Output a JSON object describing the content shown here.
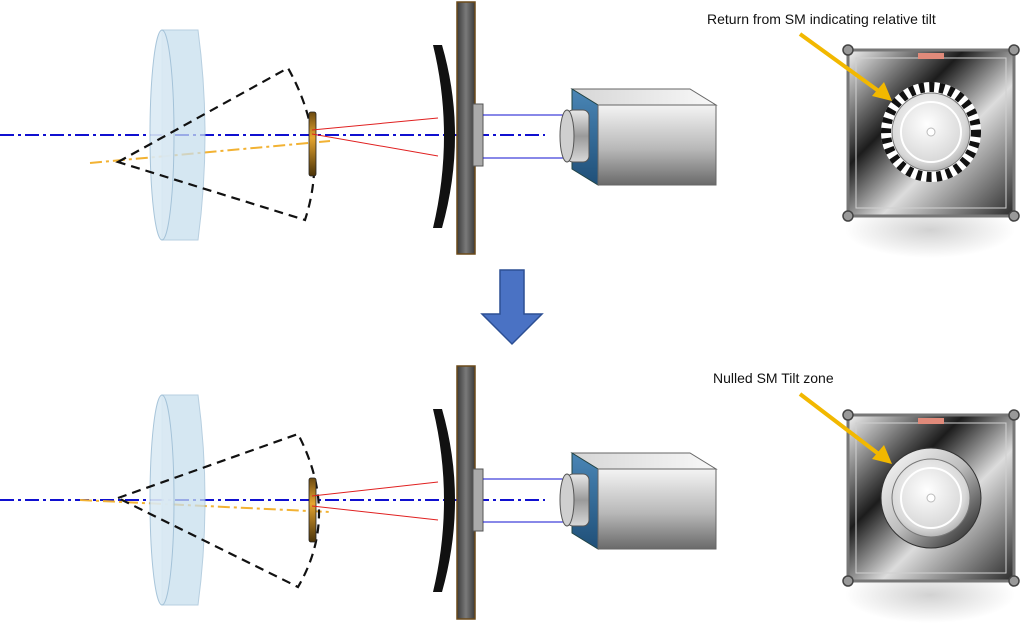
{
  "panels": {
    "top": {
      "callout_label": "Return from SM indicating relative tilt",
      "state": "tilted"
    },
    "bottom": {
      "callout_label": "Nulled SM Tilt zone",
      "state": "nulled"
    }
  },
  "transition": {
    "icon": "arrow-down-icon"
  },
  "colors": {
    "optical_axis": "#1010d0",
    "tilted_axis": "#f2b233",
    "ray": "#e02020",
    "arrow": "#4a72c4",
    "callout_arrow": "#f2b800",
    "lens": "#c8dfee",
    "camera_blue": "#2f6fa0"
  }
}
